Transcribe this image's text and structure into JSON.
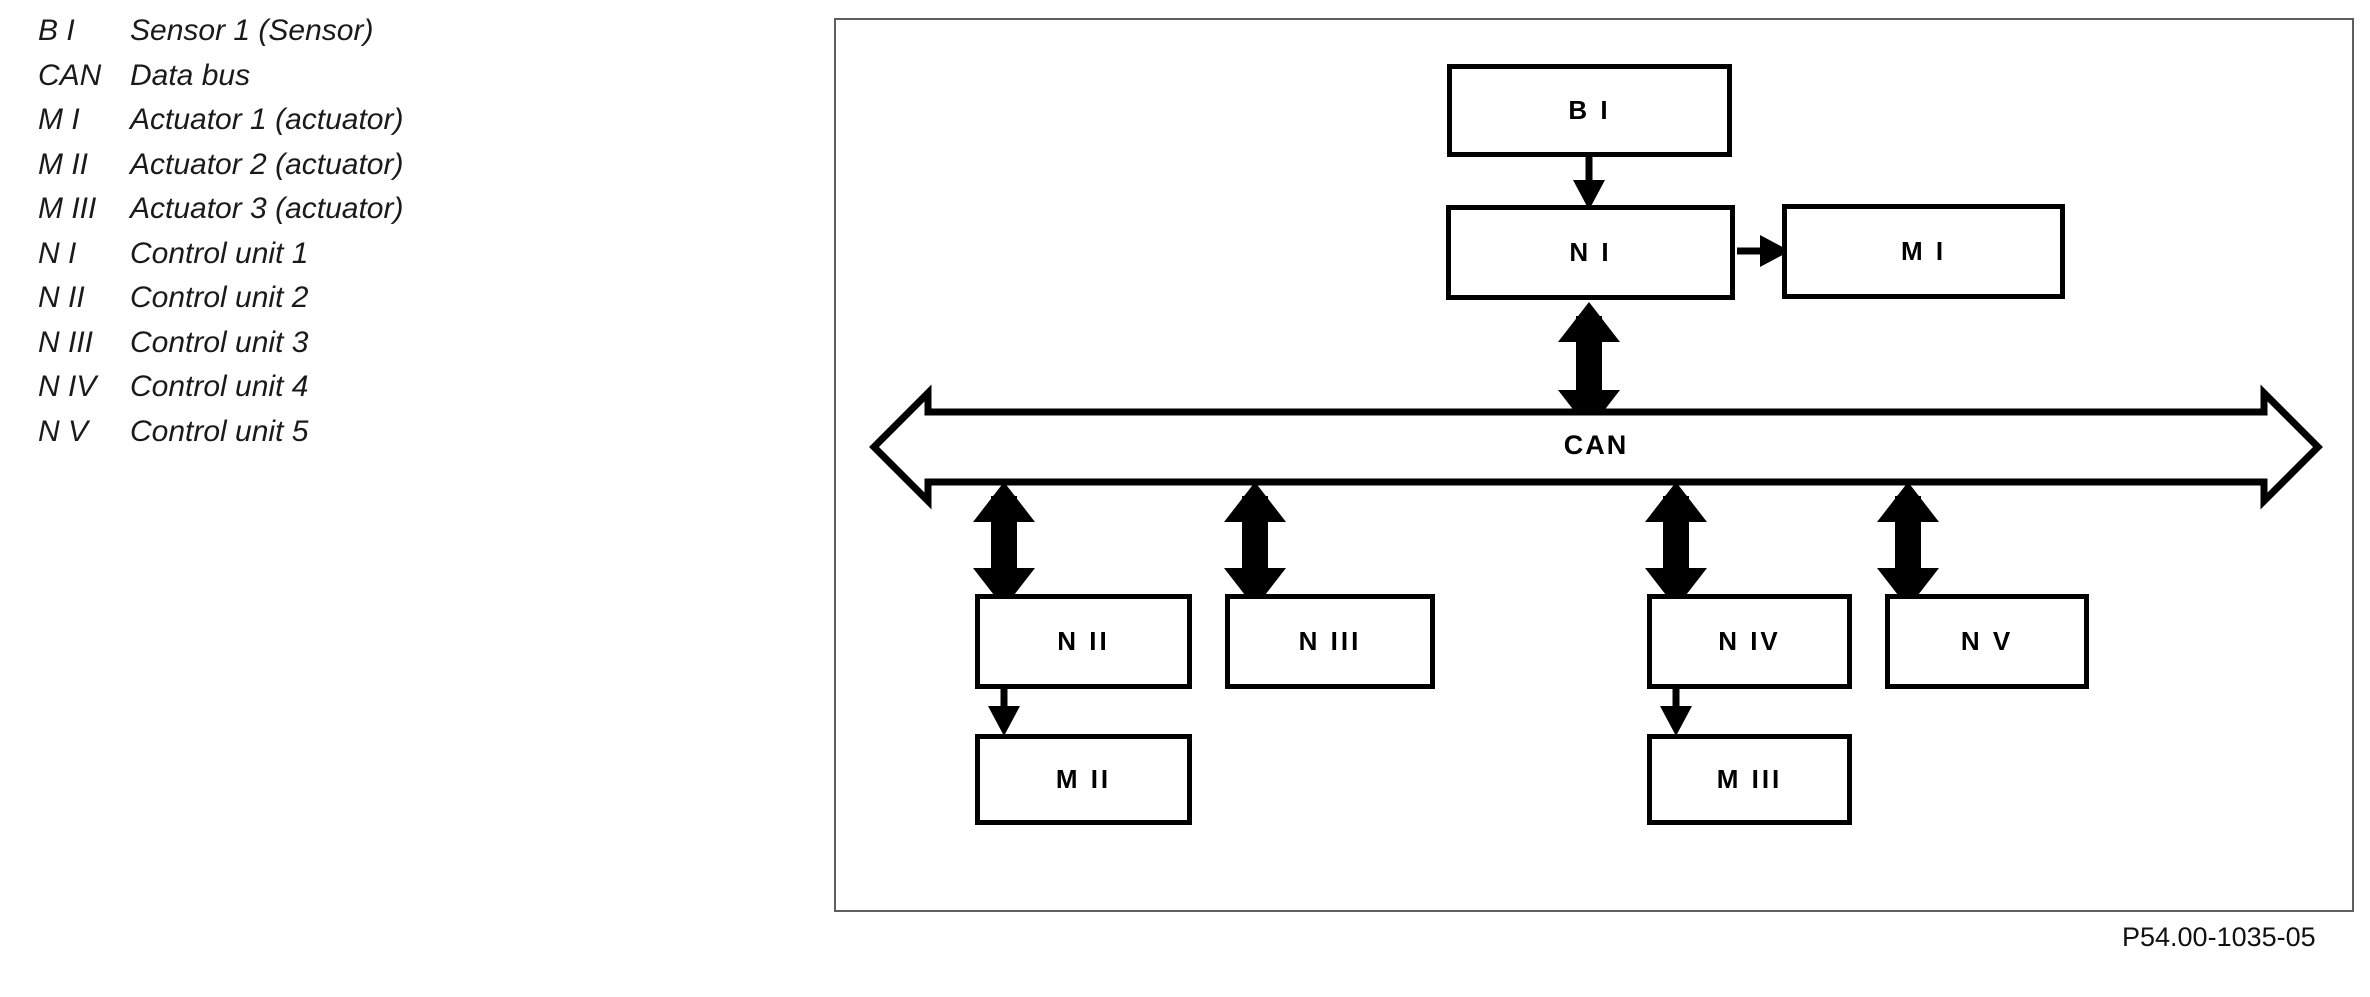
{
  "legend": {
    "items": [
      {
        "key": "B I",
        "desc": "Sensor 1 (Sensor)"
      },
      {
        "key": "CAN",
        "desc": "Data bus"
      },
      {
        "key": "M I",
        "desc": "Actuator 1 (actuator)"
      },
      {
        "key": "M II",
        "desc": "Actuator 2 (actuator)"
      },
      {
        "key": "M III",
        "desc": "Actuator 3 (actuator)"
      },
      {
        "key": "N I",
        "desc": "Control unit 1"
      },
      {
        "key": "N II",
        "desc": "Control unit 2"
      },
      {
        "key": "N III",
        "desc": "Control unit 3"
      },
      {
        "key": "N IV",
        "desc": "Control unit 4"
      },
      {
        "key": "N V",
        "desc": "Control unit 5"
      }
    ]
  },
  "diagram": {
    "nodes": {
      "sensor_1": "B I",
      "control_unit_1": "N I",
      "actuator_1": "M I",
      "bus": "CAN",
      "control_unit_2": "N II",
      "control_unit_3": "N III",
      "control_unit_4": "N IV",
      "control_unit_5": "N V",
      "actuator_2": "M II",
      "actuator_3": "M III"
    },
    "colors": {
      "stroke": "#000000",
      "fill": "#ffffff",
      "frame": "#5e5e5e",
      "text": "#000000"
    }
  },
  "caption": {
    "figure_id": "P54.00-1035-05"
  }
}
